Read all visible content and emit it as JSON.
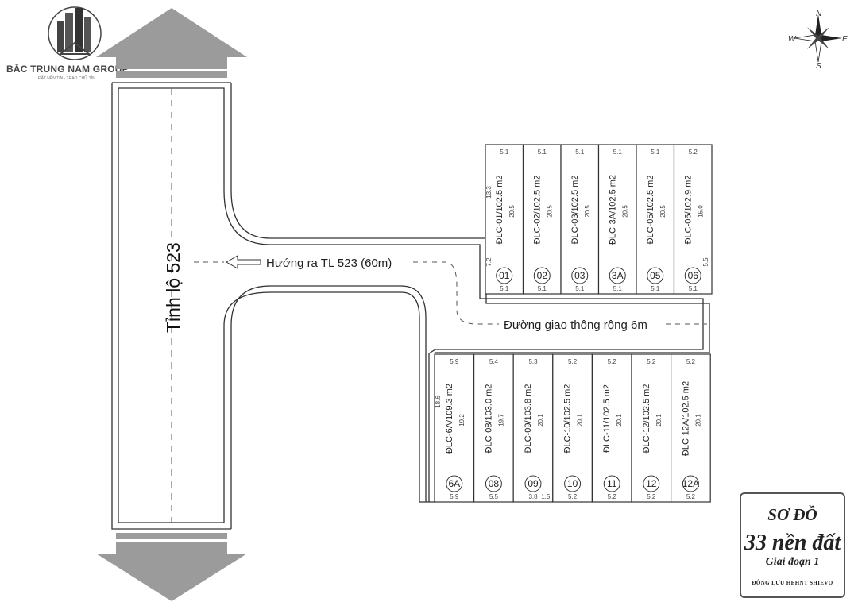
{
  "brand": {
    "name": "BẮC TRUNG NAM GROUP",
    "tagline": "ĐẤT NỀN TIN - TRAO CHỮ TÍN"
  },
  "compass": {
    "n": "N",
    "s": "S",
    "e": "E",
    "w": "W"
  },
  "roads": {
    "main": "Tỉnh lộ 523",
    "exit": "Hướng ra TL 523 (60m)",
    "internal": "Đường giao thông rộng 6m"
  },
  "legend": {
    "line1": "SƠ ĐỒ",
    "line2": "33 nền đất",
    "line3": "Giai đoạn 1",
    "line4": "ĐÔNG LƯU HEHNT SHIEVO"
  },
  "colors": {
    "arrow": "#9b9b9b",
    "line": "#333333"
  },
  "top_lots": [
    {
      "id": "01",
      "label": "ĐLC-01/102.5 m2",
      "top": "5.1",
      "bottom": "5.1",
      "side": "20.5",
      "extra": [
        "13.3",
        "7.2"
      ]
    },
    {
      "id": "02",
      "label": "ĐLC-02/102.5 m2",
      "top": "5.1",
      "bottom": "5.1",
      "side": "20.5",
      "extra": []
    },
    {
      "id": "03",
      "label": "ĐLC-03/102.5 m2",
      "top": "5.1",
      "bottom": "5.1",
      "side": "20.5",
      "extra": []
    },
    {
      "id": "3A",
      "label": "ĐLC-3A/102.5 m2",
      "top": "5.1",
      "bottom": "5.1",
      "side": "20.5",
      "extra": []
    },
    {
      "id": "05",
      "label": "ĐLC-05/102.5 m2",
      "top": "5.1",
      "bottom": "5.1",
      "side": "20.5",
      "extra": []
    },
    {
      "id": "06",
      "label": "ĐLC-06/102.9 m2",
      "top": "5.2",
      "bottom": "5.1",
      "side": "15.0",
      "extra": [
        "5.5"
      ]
    }
  ],
  "bottom_lots": [
    {
      "id": "6A",
      "label": "ĐLC-6A/109.3 m2",
      "top": "5.9",
      "bottom": "5.9",
      "side": "19.2",
      "extra": [
        "18.6"
      ]
    },
    {
      "id": "08",
      "label": "ĐLC-08/103.0 m2",
      "top": "5.4",
      "bottom": "5.5",
      "side": "19.7",
      "extra": []
    },
    {
      "id": "09",
      "label": "ĐLC-09/103.8 m2",
      "top": "5.3",
      "bottom": "3.8",
      "side": "20.1",
      "extra": [
        "1.5"
      ]
    },
    {
      "id": "10",
      "label": "ĐLC-10/102.5 m2",
      "top": "5.2",
      "bottom": "5.2",
      "side": "20.1",
      "extra": []
    },
    {
      "id": "11",
      "label": "ĐLC-11/102.5 m2",
      "top": "5.2",
      "bottom": "5.2",
      "side": "20.1",
      "extra": []
    },
    {
      "id": "12",
      "label": "ĐLC-12/102.5 m2",
      "top": "5.2",
      "bottom": "5.2",
      "side": "20.1",
      "extra": []
    },
    {
      "id": "12A",
      "label": "ĐLC-12A/102.5 m2",
      "top": "5.2",
      "bottom": "5.2",
      "side": "20.1",
      "extra": []
    }
  ]
}
